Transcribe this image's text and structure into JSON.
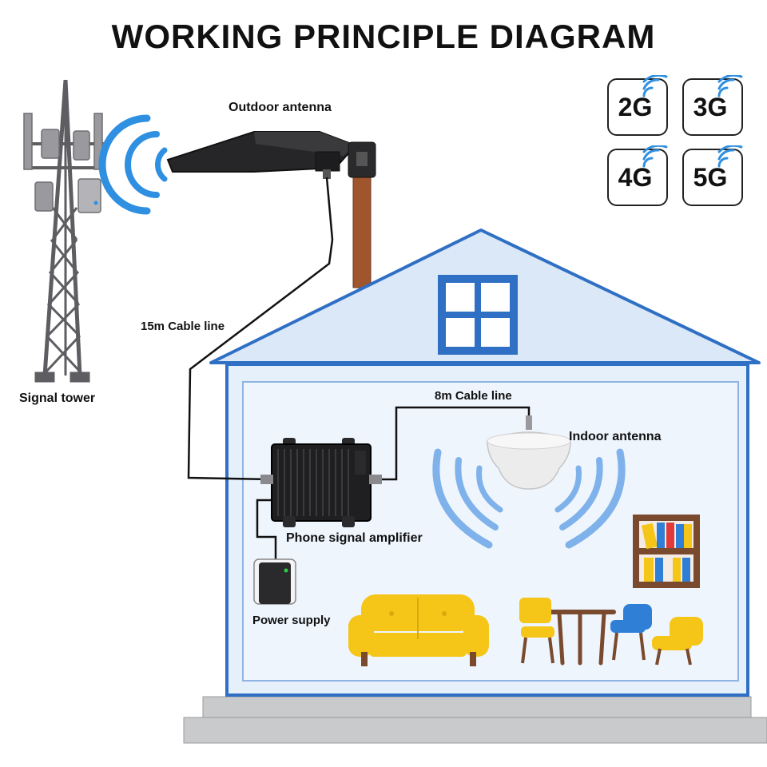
{
  "title": "WORKING PRINCIPLE DIAGRAM",
  "labels": {
    "outdoor_antenna": "Outdoor antenna",
    "cable_15m": "15m Cable line",
    "signal_tower": "Signal tower",
    "cable_8m": "8m Cable line",
    "indoor_antenna": "Indoor antenna",
    "amplifier": "Phone signal amplifier",
    "power_supply": "Power supply"
  },
  "network_badges": [
    "2G",
    "3G",
    "4G",
    "5G"
  ],
  "colors": {
    "signal_blue": "#2f8fe0",
    "house_outline": "#2f6fc4",
    "house_fill": "#e6f0fb",
    "furniture_yellow": "#f5c518",
    "chair_blue": "#2f7fd6",
    "pole_copper": "#a0552d"
  }
}
